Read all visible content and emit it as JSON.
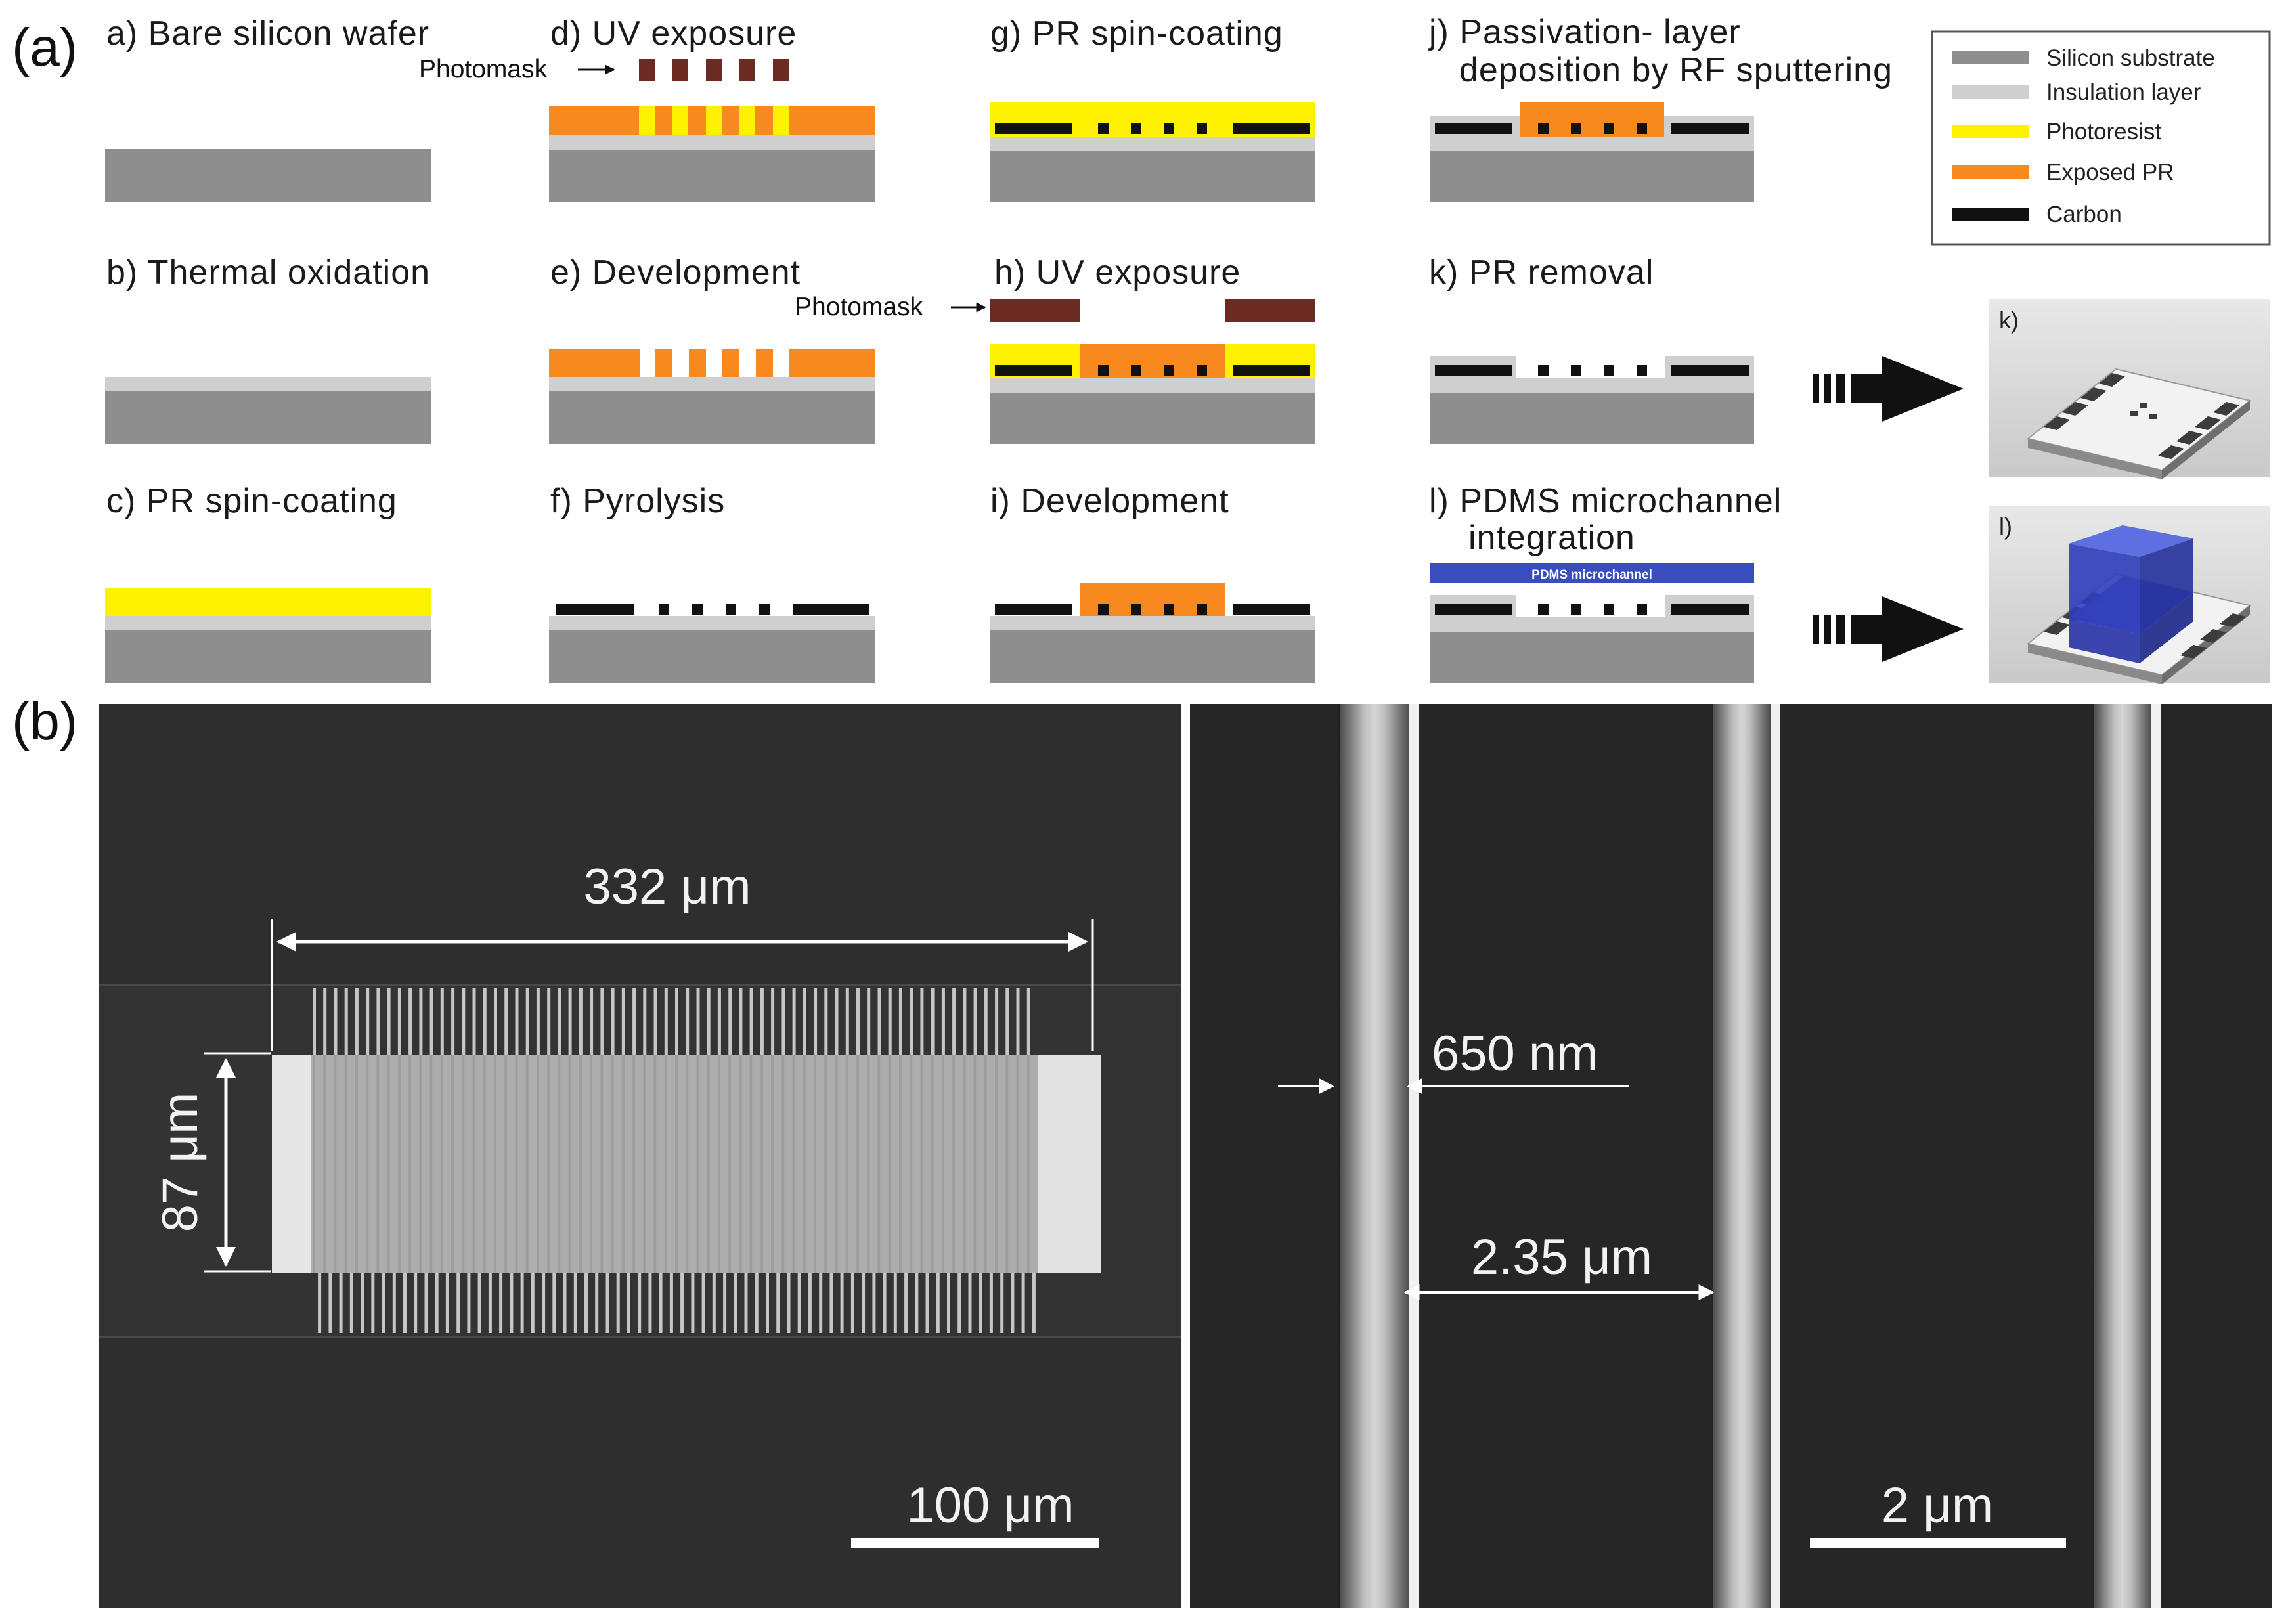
{
  "panel_labels": {
    "a": "(a)",
    "b": "(b)"
  },
  "colors": {
    "silicon": "#8e8e8e",
    "insulation": "#cfcfcf",
    "photoresist": "#fff200",
    "exposed_pr": "#f7891f",
    "carbon": "#111111",
    "photomask": "#6b2a22",
    "pdms": "#3a4dbf"
  },
  "steps": {
    "a": "a) Bare silicon wafer",
    "b": "b) Thermal oxidation",
    "c": "c) PR spin-coating",
    "d": "d)  UV exposure",
    "e": "e) Development",
    "f": "f) Pyrolysis",
    "g": "g) PR spin-coating",
    "h": "h)  UV exposure",
    "i": "i) Development",
    "j_line1": "j) Passivation- layer",
    "j_line2": "deposition by RF sputtering",
    "k": "k) PR removal",
    "l_line1": "l) PDMS microchannel",
    "l_line2": "integration"
  },
  "photomask_label": "Photomask",
  "pdms_channel_label": "PDMS microchannel",
  "legend": [
    {
      "label": "Silicon substrate",
      "color": "#8e8e8e"
    },
    {
      "label": "Insulation layer",
      "color": "#cfcfcf"
    },
    {
      "label": "Photoresist",
      "color": "#fff200"
    },
    {
      "label": "Exposed PR",
      "color": "#f7891f"
    },
    {
      "label": "Carbon",
      "color": "#111111"
    }
  ],
  "render_labels": {
    "k": "k)",
    "l": "l)"
  },
  "sem": {
    "width_label": "332 μm",
    "height_label": "87 μm",
    "scale_left": "100 μm",
    "gap_label": "650 nm",
    "pitch_label": "2.35 μm",
    "scale_right": "2 μm"
  }
}
